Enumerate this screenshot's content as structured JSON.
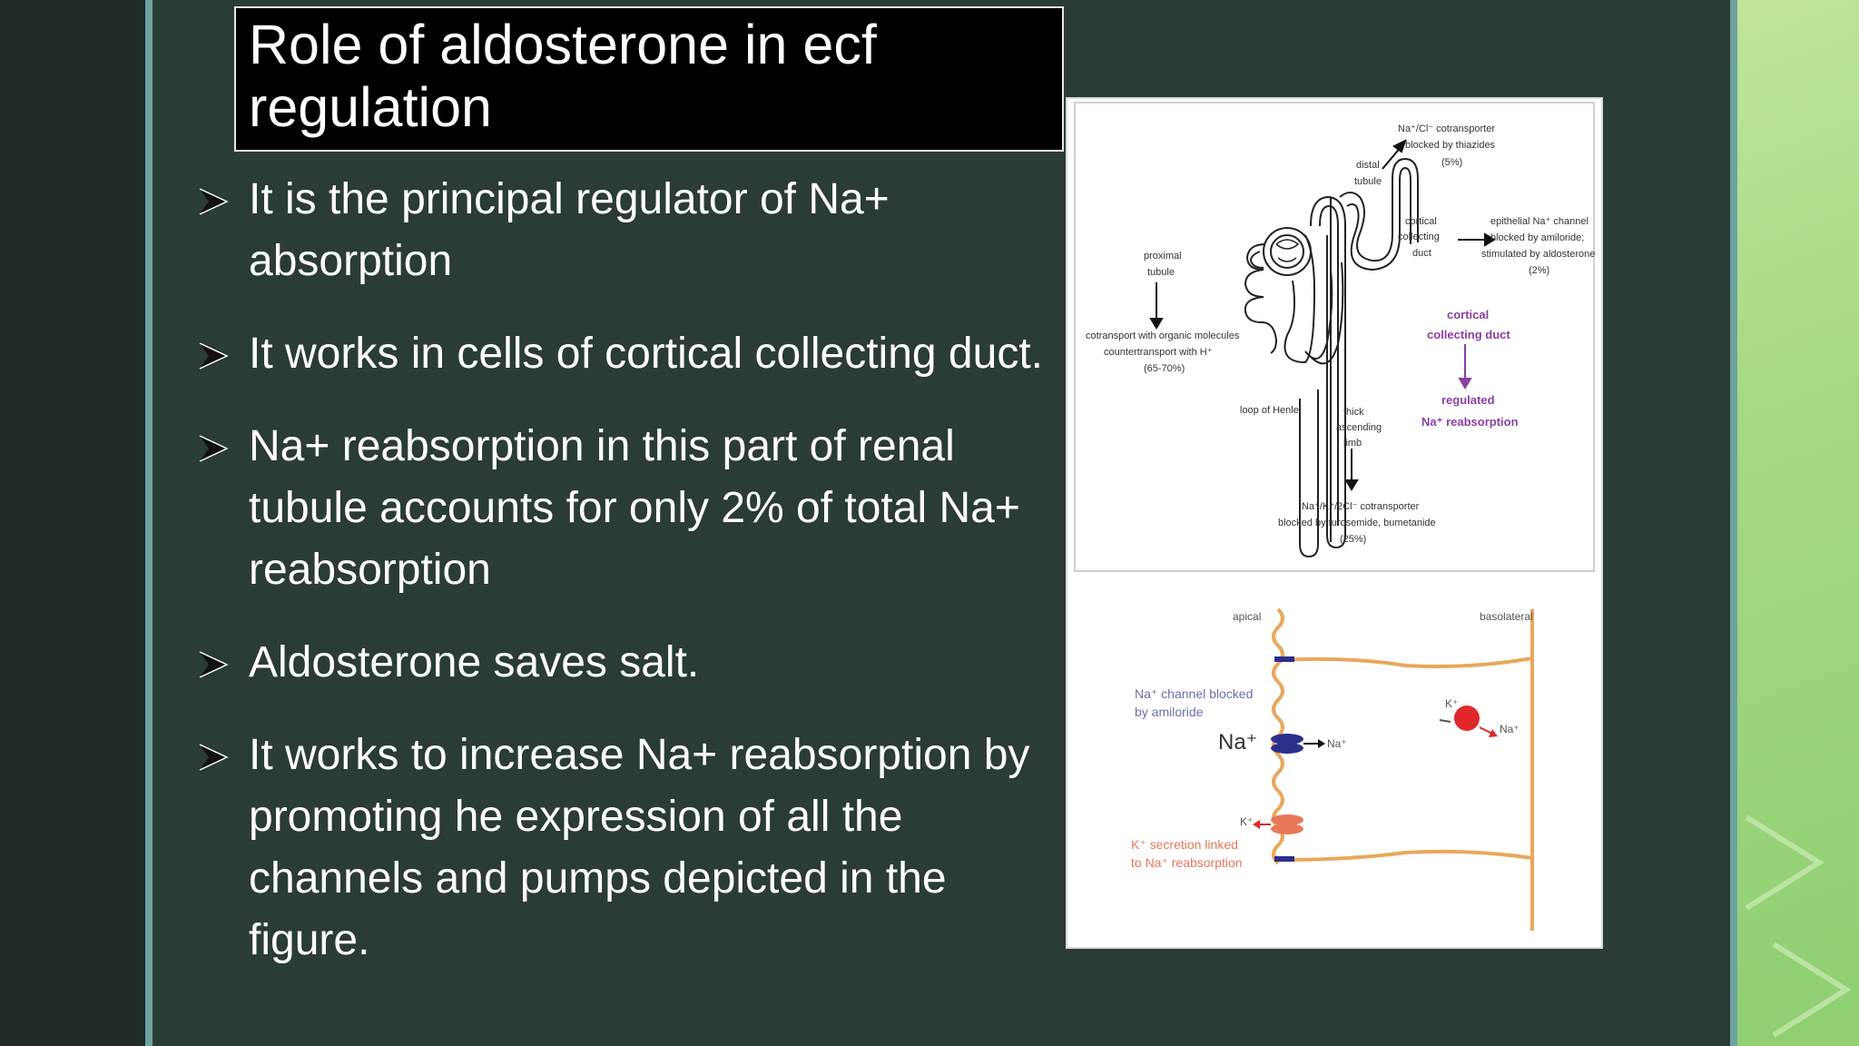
{
  "slide": {
    "title": "Role of aldosterone in ecf regulation",
    "bullets": [
      "It is the principal regulator of Na+ absorption",
      "It works in cells of cortical collecting duct.",
      "Na+ reabsorption in this part of renal tubule accounts for only 2% of total Na+ reabsorption",
      "Aldosterone saves salt.",
      "It works to increase Na+ reabsorption by promoting he expression of all the channels and pumps depicted in the figure."
    ]
  },
  "figure": {
    "nephron": {
      "dct_label_1": "Na⁺/Cl⁻ cotransporter",
      "dct_label_2": "blocked by thiazides",
      "dct_label_3": "(5%)",
      "distal_1": "distal",
      "distal_2": "tubule",
      "ccd_1": "cortical",
      "ccd_2": "collecting",
      "ccd_3": "duct",
      "enac_1": "epithelial Na⁺ channel",
      "enac_2": "blocked by amiloride;",
      "enac_3": "stimulated by aldosterone",
      "enac_4": "(2%)",
      "pt_1": "proximal",
      "pt_2": "tubule",
      "pt_desc_1": "cotransport with organic molecules",
      "pt_desc_2": "countertransport with H⁺",
      "pt_desc_3": "(65-70%)",
      "ccd_purple_1": "cortical",
      "ccd_purple_2": "collecting duct",
      "regulated_1": "regulated",
      "regulated_2": "Na⁺ reabsorption",
      "loop": "loop of Henle",
      "tal_1": "thick",
      "tal_2": "ascending",
      "tal_3": "limb",
      "nkcc_1": "Na⁺/K⁺/2Cl⁻ cotransporter",
      "nkcc_2": "blocked by furosemide, bumetanide",
      "nkcc_3": "(25%)"
    },
    "cell": {
      "apical": "apical",
      "basolateral": "basolateral",
      "channel_1": "Na⁺ channel blocked",
      "channel_2": "by amiloride",
      "na_big": "Na⁺",
      "na_small": "Na⁺",
      "k_small": "K⁺",
      "pump_k": "K⁺",
      "pump_na": "Na⁺",
      "k_secretion_1": "K⁺ secretion linked",
      "k_secretion_2": "to Na⁺ reabsorption"
    },
    "colors": {
      "purple": "#8a3fa3",
      "orange": "#e8a85a",
      "navy": "#2b2f8c",
      "red": "#e0282a",
      "salmon": "#e8775a"
    }
  }
}
